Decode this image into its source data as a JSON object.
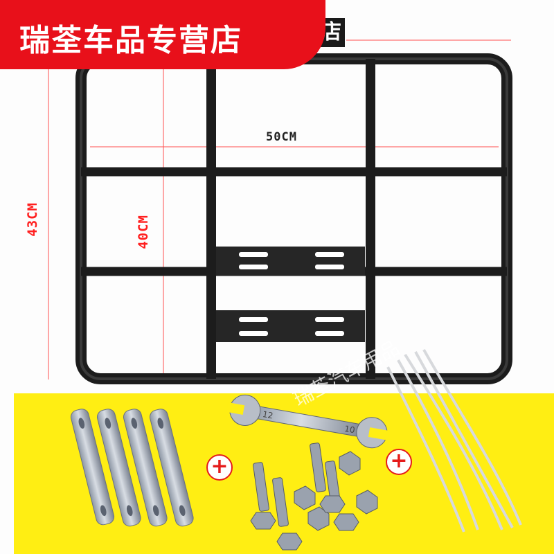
{
  "banner": {
    "text": "瑞荃车品专营店",
    "fragment": "店"
  },
  "dimensions": {
    "width": "50CM",
    "height_outer": "43CM",
    "height_inner": "40CM"
  },
  "accessories": {
    "plus_left": "+",
    "plus_right": "+",
    "wrench_marks_left": "12",
    "wrench_marks_right": "10"
  },
  "watermark": "瑞荃汽车用品",
  "colors": {
    "banner": "#e8101a",
    "yellow": "#ffee13",
    "dimension": "#ff2020",
    "rack": "#1f1f1f"
  }
}
